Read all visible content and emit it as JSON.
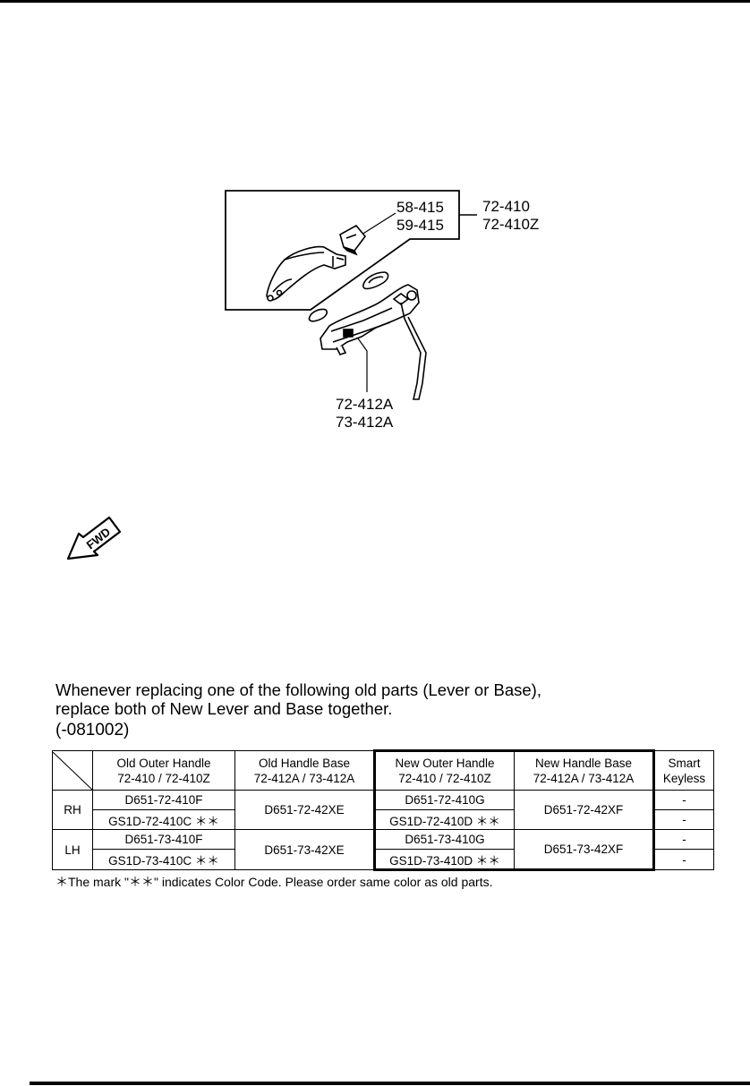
{
  "diagram": {
    "callouts": {
      "clip_a": "58-415",
      "clip_b": "59-415",
      "handle_a": "72-410",
      "handle_b": "72-410Z",
      "base_a": "72-412A",
      "base_b": "73-412A"
    },
    "fwd_label": "FWD"
  },
  "note": {
    "line1": "Whenever replacing one of the following old parts (Lever or Base),",
    "line2": "replace both of New Lever and Base together.",
    "line3": "(-081002)"
  },
  "table": {
    "headers": {
      "old_handle": "Old Outer Handle",
      "old_handle_sub": "72-410 / 72-410Z",
      "old_base": "Old Handle Base",
      "old_base_sub": "72-412A / 73-412A",
      "new_handle": "New Outer Handle",
      "new_handle_sub": "72-410 / 72-410Z",
      "new_base": "New Handle Base",
      "new_base_sub": "72-412A / 73-412A",
      "smart": "Smart",
      "smart_sub": "Keyless"
    },
    "rows": [
      {
        "side": "RH",
        "old_handle_1": "D651-72-410F",
        "old_handle_2": "GS1D-72-410C ＊＊",
        "old_base": "D651-72-42XE",
        "new_handle_1": "D651-72-410G",
        "new_handle_2": "GS1D-72-410D ＊＊",
        "new_base": "D651-72-42XF",
        "smart_1": "-",
        "smart_2": "-"
      },
      {
        "side": "LH",
        "old_handle_1": "D651-73-410F",
        "old_handle_2": "GS1D-73-410C ＊＊",
        "old_base": "D651-73-42XE",
        "new_handle_1": "D651-73-410G",
        "new_handle_2": "GS1D-73-410D ＊＊",
        "new_base": "D651-73-42XF",
        "smart_1": "-",
        "smart_2": "-"
      }
    ],
    "footnote": "＊The mark \"＊＊\" indicates Color Code. Please order same color as old parts."
  }
}
